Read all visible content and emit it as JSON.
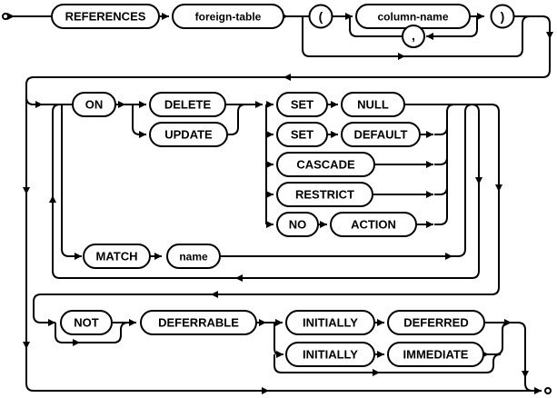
{
  "diagram": {
    "kind": "railroad-syntax-diagram",
    "colors": {
      "line": "#000000",
      "box_fill": "#ffffff",
      "background": "#ffffff"
    },
    "row1": {
      "references": "REFERENCES",
      "foreign_table": "foreign-table",
      "lparen": "(",
      "column_name": "column-name",
      "comma": ",",
      "rparen": ")"
    },
    "on_clause": {
      "on": "ON",
      "delete": "DELETE",
      "update": "UPDATE",
      "set1": "SET",
      "null": "NULL",
      "set2": "SET",
      "default": "DEFAULT",
      "cascade": "CASCADE",
      "restrict": "RESTRICT",
      "no": "NO",
      "action": "ACTION"
    },
    "match_clause": {
      "match": "MATCH",
      "name": "name"
    },
    "defer_clause": {
      "not": "NOT",
      "deferrable": "DEFERRABLE",
      "initially1": "INITIALLY",
      "deferred": "DEFERRED",
      "initially2": "INITIALLY",
      "immediate": "IMMEDIATE"
    }
  }
}
